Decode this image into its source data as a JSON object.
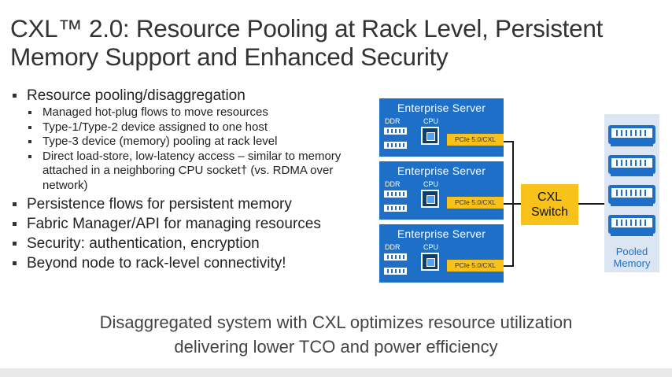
{
  "title": {
    "line1": "CXL™ 2.0: Resource Pooling at Rack Level, Persistent",
    "line2": "Memory Support and Enhanced Security"
  },
  "bullets": [
    {
      "text": "Resource pooling/disaggregation",
      "sub": [
        "Managed hot-plug flows to move resources",
        "Type-1/Type-2 device assigned to one host",
        "Type-3 device (memory) pooling at rack level",
        "Direct load-store, low-latency access – similar to memory attached in a neighboring CPU socket† (vs. RDMA over network)"
      ]
    },
    {
      "text": "Persistence flows for persistent memory"
    },
    {
      "text": "Fabric Manager/API for managing resources"
    },
    {
      "text": "Security: authentication, encryption"
    },
    {
      "text": "Beyond node to rack-level connectivity!"
    }
  ],
  "diagram": {
    "servers": [
      {
        "label": "Enterprise   Server",
        "ddr": "DDR",
        "cpu": "CPU",
        "link": "PCIe 5.0/CXL"
      },
      {
        "label": "Enterprise   Server",
        "ddr": "DDR",
        "cpu": "CPU",
        "link": "PCIe 5.0/CXL"
      },
      {
        "label": "Enterprise   Server",
        "ddr": "DDR",
        "cpu": "CPU",
        "link": "PCIe 5.0/CXL"
      }
    ],
    "switch": {
      "line1": "CXL",
      "line2": "Switch"
    },
    "pooled_memory": {
      "line1": "Pooled",
      "line2": "Memory",
      "modules": 4
    },
    "colors": {
      "server": "#1e6fc8",
      "switch": "#f9c21a",
      "memory_panel": "#dbe6f2"
    }
  },
  "conclusion": {
    "line1": "Disaggregated system with CXL optimizes resource utilization",
    "line2": "delivering lower TCO and power efficiency"
  }
}
